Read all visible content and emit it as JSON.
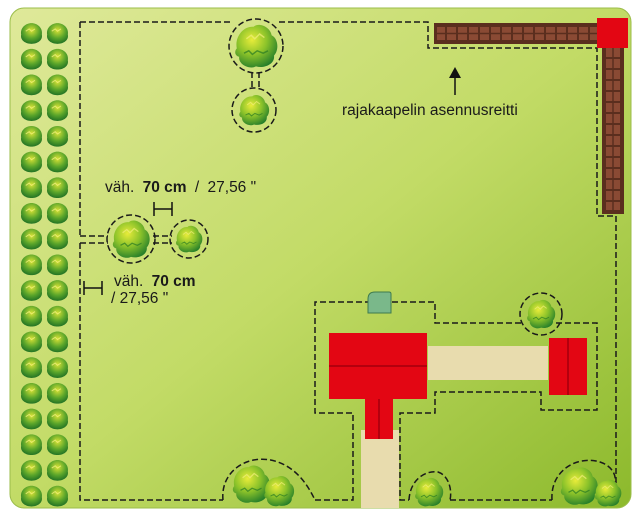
{
  "annotations": {
    "cable_route_label": "rajakaapelin asennusreitti",
    "min_distance_top": {
      "prefix": "väh.",
      "value": "70 cm",
      "separator": "/",
      "imperial": "27,56 \""
    },
    "min_distance_left": {
      "prefix": "väh.",
      "value": "70 cm",
      "imperial": "/ 27,56 \""
    }
  },
  "colors": {
    "lawn_light": "#d4e57e",
    "lawn_dark": "#8cb92c",
    "house_red": "#e30613",
    "house_roof_line": "#b3000e",
    "path_beige": "#e8dcae",
    "cable_brown": "#5a2e1e",
    "cable_inner": "#8a4a34",
    "station_green": "#7ab88a",
    "hedge_dark": "#1f7a2a",
    "hedge_light": "#c8dd3a",
    "boundary_wire": "#1a1a1a"
  },
  "icons": {
    "arrow": "arrow-up-icon",
    "charging_station": "charging-station-icon",
    "tree": "tree-icon",
    "hedge": "hedge-icon",
    "house": "house-icon",
    "dimension": "dimension-marker-icon"
  }
}
